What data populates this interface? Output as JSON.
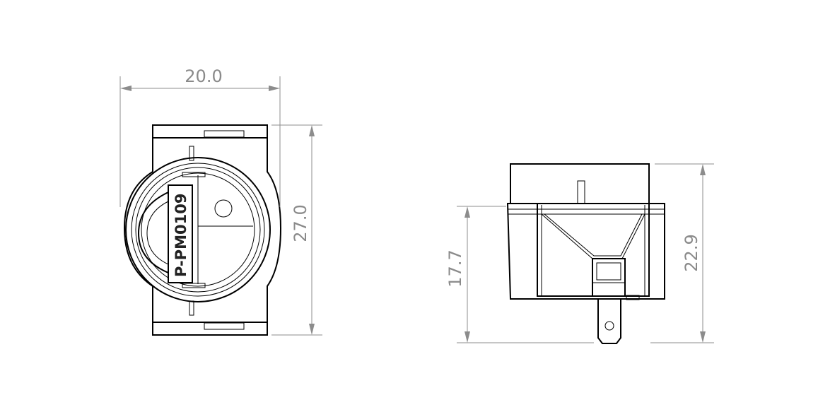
{
  "front_view": {
    "part_number": "P-PM0109",
    "width_dim": "20.0",
    "height_dim": "27.0"
  },
  "side_view": {
    "pin_height_dim": "17.7",
    "total_height_dim": "22.9"
  },
  "colors": {
    "outline": "#000000",
    "dimension": "#8c8c8c",
    "background": "#ffffff"
  }
}
